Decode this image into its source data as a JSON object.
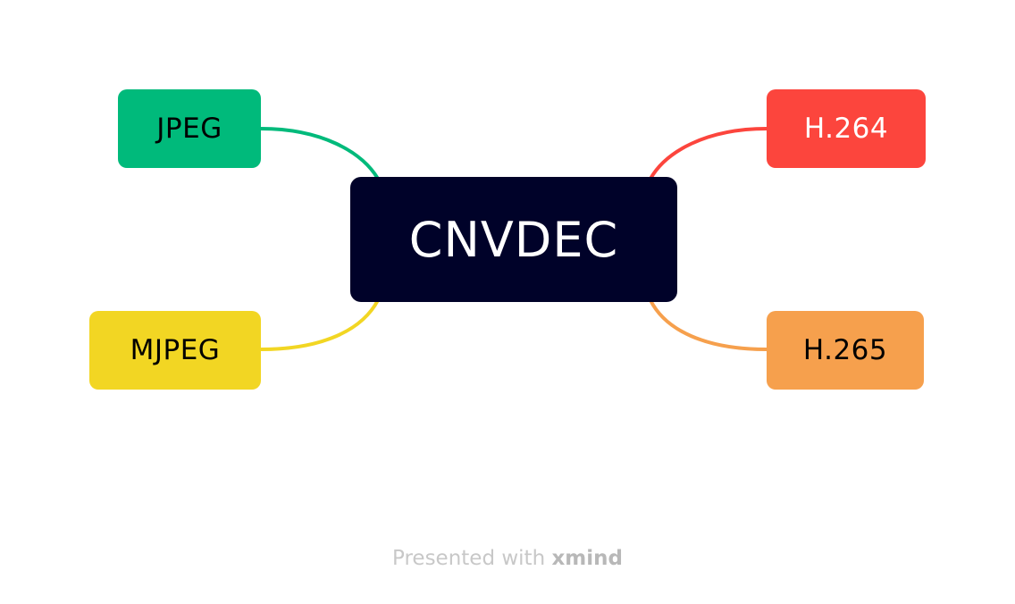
{
  "central_topic": {
    "label": "CNVDEC",
    "color": "#000229",
    "text_color": "#FFFFFF"
  },
  "branches": [
    {
      "label": "JPEG",
      "color": "#00BA7B",
      "text_color": "#000000"
    },
    {
      "label": "MJPEG",
      "color": "#F2D623",
      "text_color": "#000000"
    },
    {
      "label": "H.264",
      "color": "#FC453D",
      "text_color": "#FFFFFF"
    },
    {
      "label": "H.265",
      "color": "#F6A04D",
      "text_color": "#000000"
    }
  ],
  "footer": {
    "prefix": "Presented with",
    "brand": "xmind"
  }
}
